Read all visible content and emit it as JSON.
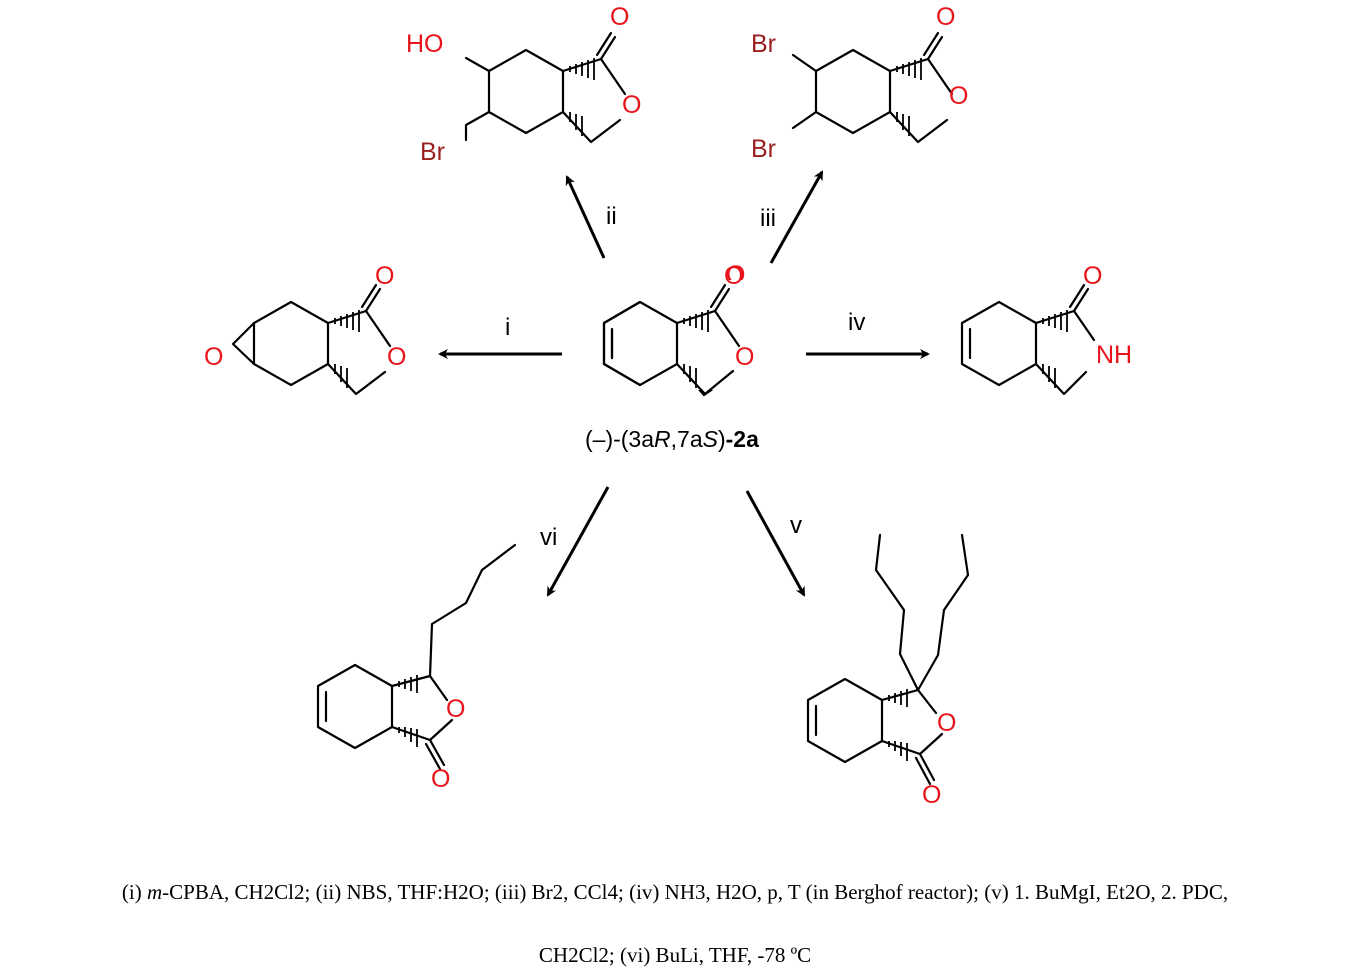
{
  "atoms": {
    "O": "O",
    "HO": "HO",
    "Br": "Br",
    "NH": "NH"
  },
  "reagent_labels": {
    "i": "i",
    "ii": "ii",
    "iii": "iii",
    "iv": "iv",
    "v": "v",
    "vi": "vi"
  },
  "compound_label": {
    "prefix": "(–)-(3a",
    "r": "R",
    "mid": ",7a",
    "s": "S",
    "close": ")",
    "bold": "-2a"
  },
  "footnote": {
    "line1_a": "(i) ",
    "line1_italic": "m",
    "line1_b": "-CPBA, CH2Cl2; (ii) NBS, THF:H2O; (iii) Br2, CCl4; (iv) NH3, H2O, p, T (in Berghof reactor); (v) 1. BuMgI, Et2O, 2. PDC,",
    "line2": "CH2Cl2; (vi) BuLi, THF, -78 ºC"
  },
  "colors": {
    "heteroatom": "#e8141b",
    "bromine": "#9b1f1f",
    "bonds": "#000000"
  }
}
